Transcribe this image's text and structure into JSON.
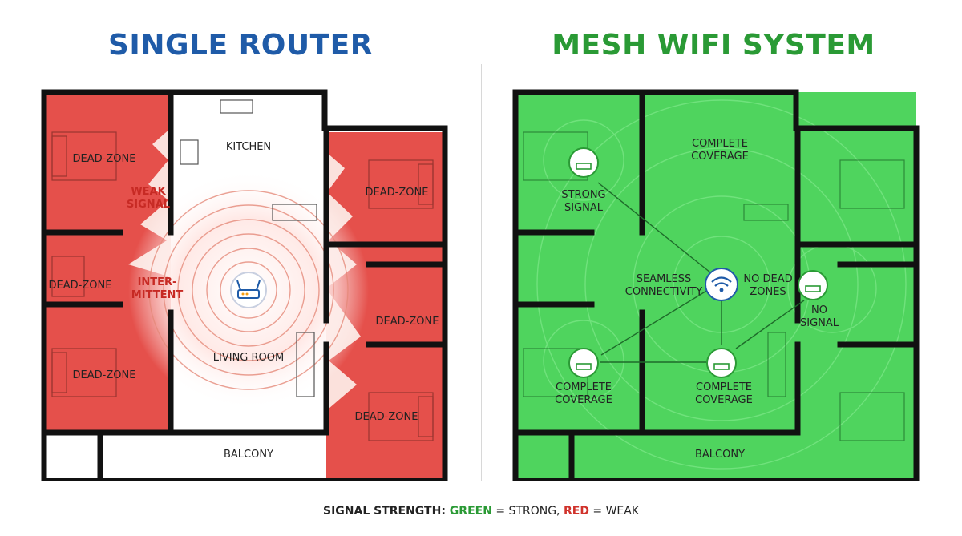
{
  "left": {
    "title": "SINGLE ROUTER",
    "labels": {
      "kitchen": "KITCHEN",
      "living": "LIVING ROOM",
      "balcony": "BALCONY",
      "dz_top_left": "DEAD-ZONE",
      "dz_mid_left": "DEAD-ZONE",
      "dz_bottom_left": "DEAD-ZONE",
      "dz_top_right": "DEAD-ZONE",
      "dz_mid_right": "DEAD-ZONE",
      "dz_bottom_right": "DEAD-ZONE",
      "weak_1": "WEAK",
      "weak_2": "SIGNAL",
      "inter_1": "INTER-",
      "inter_2": "MITTENT"
    }
  },
  "right": {
    "title": "MESH WIFI SYSTEM",
    "labels": {
      "complete_top_1": "COMPLETE",
      "complete_top_2": "COVERAGE",
      "strong_1": "STRONG",
      "strong_2": "SIGNAL",
      "seamless_1": "SEAMLESS",
      "seamless_2": "CONNECTIVITY",
      "nodead_1": "NO DEAD",
      "nodead_2": "ZONES",
      "nosignal_1": "NO",
      "nosignal_2": "SIGNAL",
      "complete_bl_1": "COMPLETE",
      "complete_bl_2": "COVERAGE",
      "complete_bc_1": "COMPLETE",
      "complete_bc_2": "COVERAGE",
      "balcony": "BALCONY"
    }
  },
  "legend": {
    "prefix": "SIGNAL STRENGTH: ",
    "green": "GREEN",
    "green_eq": " = STRONG, ",
    "red": "RED",
    "red_eq": " = WEAK"
  },
  "colors": {
    "dead_zone": "#e5504b",
    "mesh_green": "#4fd45e",
    "wall": "#111111",
    "title_blue": "#1f5ba8",
    "title_green": "#2a9a35"
  }
}
